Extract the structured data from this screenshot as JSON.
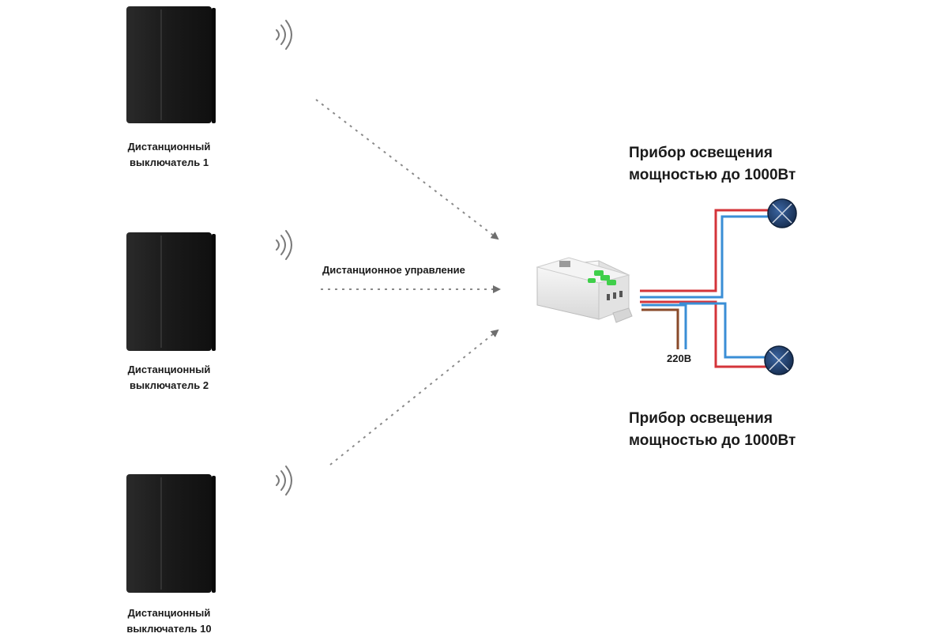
{
  "switches": [
    {
      "label_line1": "Дистанционный",
      "label_line2": "выключатель 1"
    },
    {
      "label_line1": "Дистанционный",
      "label_line2": "выключатель 2"
    },
    {
      "label_line1": "Дистанционный",
      "label_line2": "выключатель 10"
    }
  ],
  "remote_control_label": "Дистанционное управление",
  "voltage_label": "220В",
  "lamps": [
    {
      "line1": "Прибор освещения",
      "line2": "мощностью до 1000Вт"
    },
    {
      "line1": "Прибор освещения",
      "line2": "мощностью до 1000Вт"
    }
  ],
  "colors": {
    "switch_body": "#1c1c1c",
    "wire_red": "#d4343a",
    "wire_blue": "#3a8ed6",
    "wire_brown": "#8a4a2a",
    "lamp_fill": "#1e3d6b",
    "relay_led": "#3fcf4a"
  }
}
